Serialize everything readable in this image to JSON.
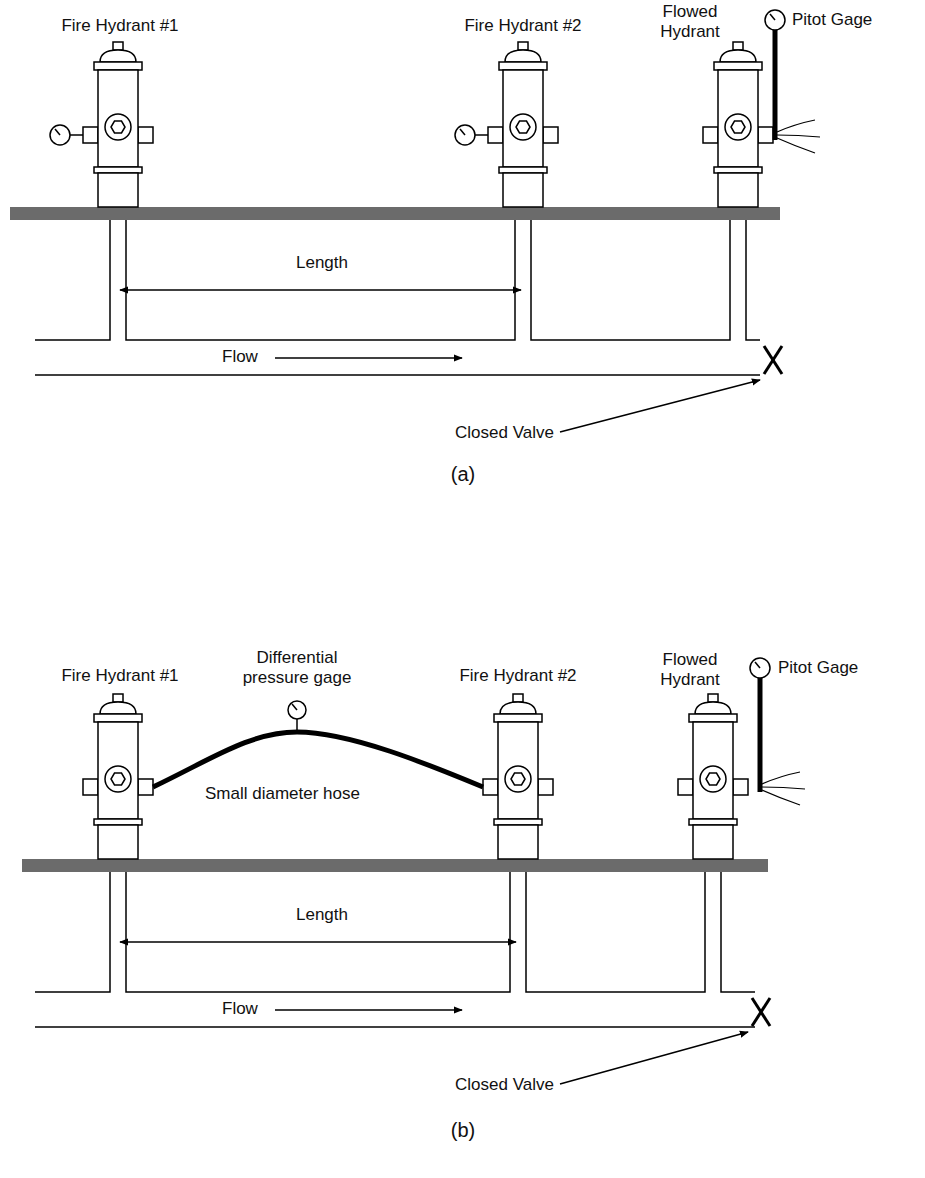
{
  "diagram": {
    "labels": [
      "Fire Hydrant #1",
      "Fire Hydrant #2",
      "Flowed Hydrant",
      "Pitot Gage",
      "Length",
      "Flow",
      "Closed Valve",
      "(a)",
      "Differential pressure gage",
      "Fire Hydrant #1",
      "Small diameter hose",
      "Fire Hydrant #2",
      "Flowed Hydrant",
      "Pitot Gage",
      "Length",
      "Flow",
      "Closed Valve",
      "(b)"
    ]
  }
}
